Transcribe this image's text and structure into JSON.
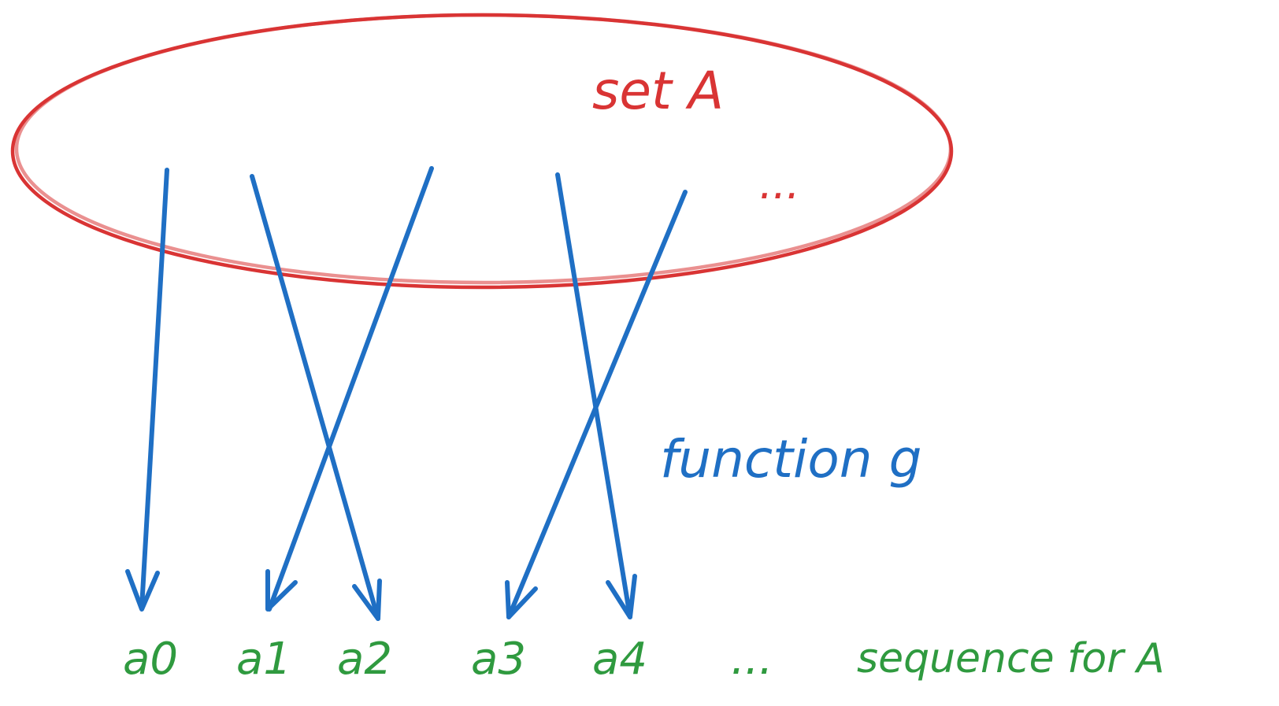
{
  "set_label": "set A",
  "set_dots": "...",
  "function_label": "function g",
  "sequence": {
    "items": [
      "a0",
      "a1",
      "a2",
      "a3",
      "a4"
    ],
    "dots": "...",
    "label": "sequence for A"
  },
  "colors": {
    "set": "#d93434",
    "function": "#1f6fc4",
    "sequence": "#2f9a3f"
  }
}
